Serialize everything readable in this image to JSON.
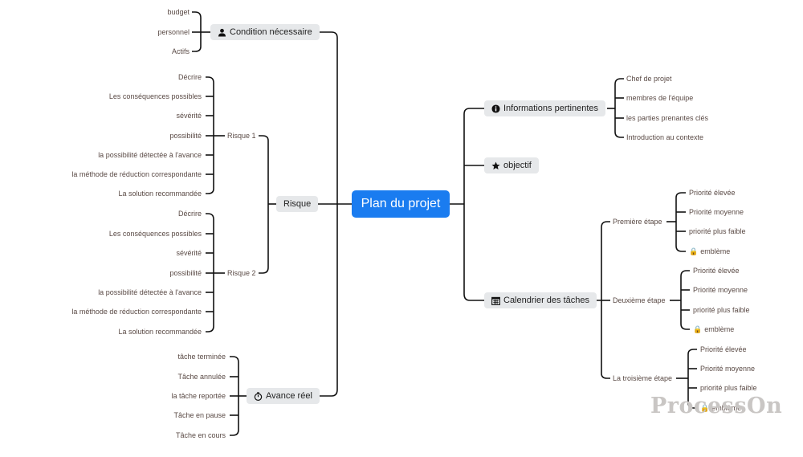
{
  "root": "Plan du projet",
  "left": {
    "condition": {
      "label": "Condition nécessaire",
      "icon": "person-icon",
      "items": [
        "budget",
        "personnel",
        "Actifs"
      ]
    },
    "risque": {
      "label": "Risque",
      "risque1": {
        "label": "Risque 1",
        "items": [
          "Décrire",
          "Les conséquences possibles",
          "sévérité",
          "possibilité",
          "la possibilité détectée à l'avance",
          "la méthode de réduction correspondante",
          "La solution recommandée"
        ]
      },
      "risque2": {
        "label": "Risque 2",
        "items": [
          "Décrire",
          "Les conséquences possibles",
          "sévérité",
          "possibilité",
          "la possibilité détectée à l'avance",
          "la méthode de réduction correspondante",
          "La solution recommandée"
        ]
      }
    },
    "avance": {
      "label": "Avance réel",
      "icon": "stopwatch-icon",
      "items": [
        "tâche terminée",
        "Tâche annulée",
        "la tâche reportée",
        "Tâche en pause",
        "Tâche en cours"
      ]
    }
  },
  "right": {
    "infos": {
      "label": "Informations pertinentes",
      "icon": "info-icon",
      "items": [
        "Chef de projet",
        "membres de l'équipe",
        "les parties prenantes clés",
        "Introduction au contexte"
      ]
    },
    "objectif": {
      "label": "objectif",
      "icon": "star-icon"
    },
    "calendrier": {
      "label": "Calendrier des tâches",
      "icon": "calendar-icon",
      "etape1": {
        "label": "Première étape",
        "items": [
          "Priorité élevée",
          "Priorité moyenne",
          "priorité plus faible",
          "emblème"
        ]
      },
      "etape2": {
        "label": "Deuxième étape",
        "items": [
          "Priorité élevée",
          "Priorité moyenne",
          "priorité plus faible",
          "emblème"
        ]
      },
      "etape3": {
        "label": "La troisième étape",
        "items": [
          "Priorité élevée",
          "Priorité moyenne",
          "priorité plus faible",
          "emblème"
        ]
      }
    }
  },
  "watermark": "ProcessOn",
  "colors": {
    "root_bg": "#1a7cf0",
    "branch_bg": "#e6e8ea",
    "line": "#111111",
    "leaf_text": "#5a4a45"
  }
}
